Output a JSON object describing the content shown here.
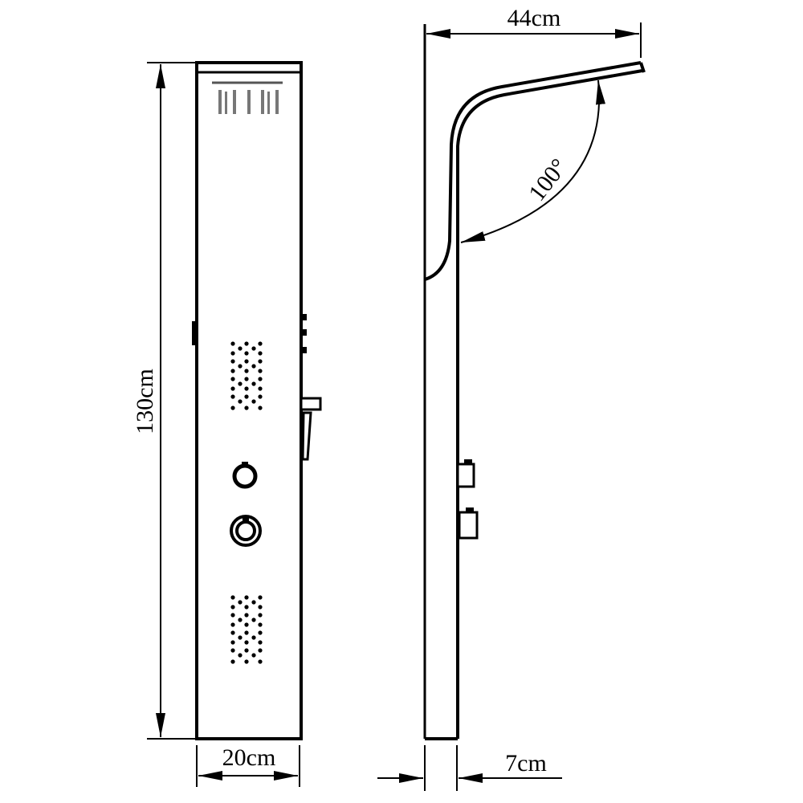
{
  "diagram": {
    "subject": "Shower panel technical drawing",
    "views": [
      "front-view",
      "side-view"
    ],
    "colors": {
      "stroke": "#000000",
      "background": "#ffffff"
    }
  },
  "dimensions": {
    "height": "130cm",
    "width": "20cm",
    "depth": "7cm",
    "arm_reach": "44cm",
    "arm_angle": "100°"
  }
}
